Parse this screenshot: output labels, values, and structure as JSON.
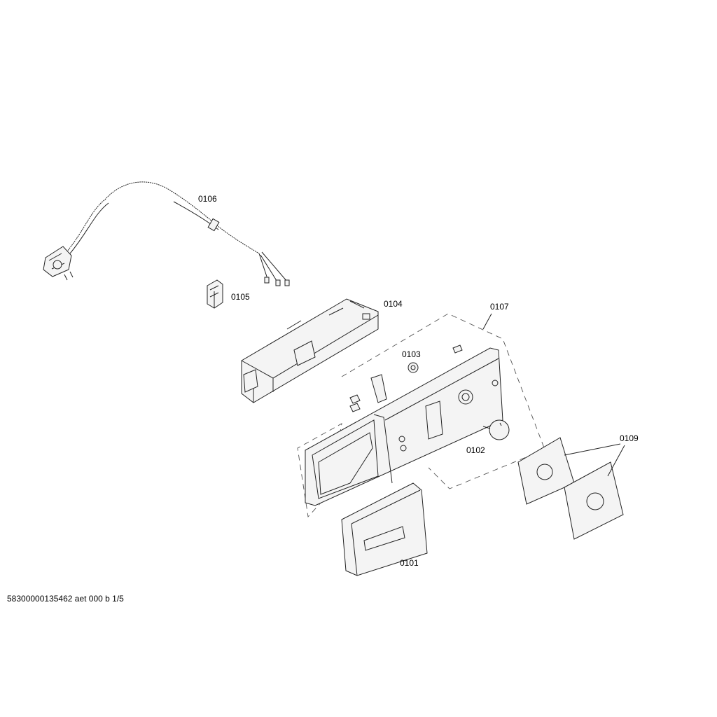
{
  "diagram": {
    "labels": {
      "p0101": "0101",
      "p0102": "0102",
      "p0103": "0103",
      "p0104": "0104",
      "p0105": "0105",
      "p0106": "0106",
      "p0107": "0107",
      "p0109": "0109"
    },
    "footer": "58300000135462 aet 000 b 1/5"
  }
}
